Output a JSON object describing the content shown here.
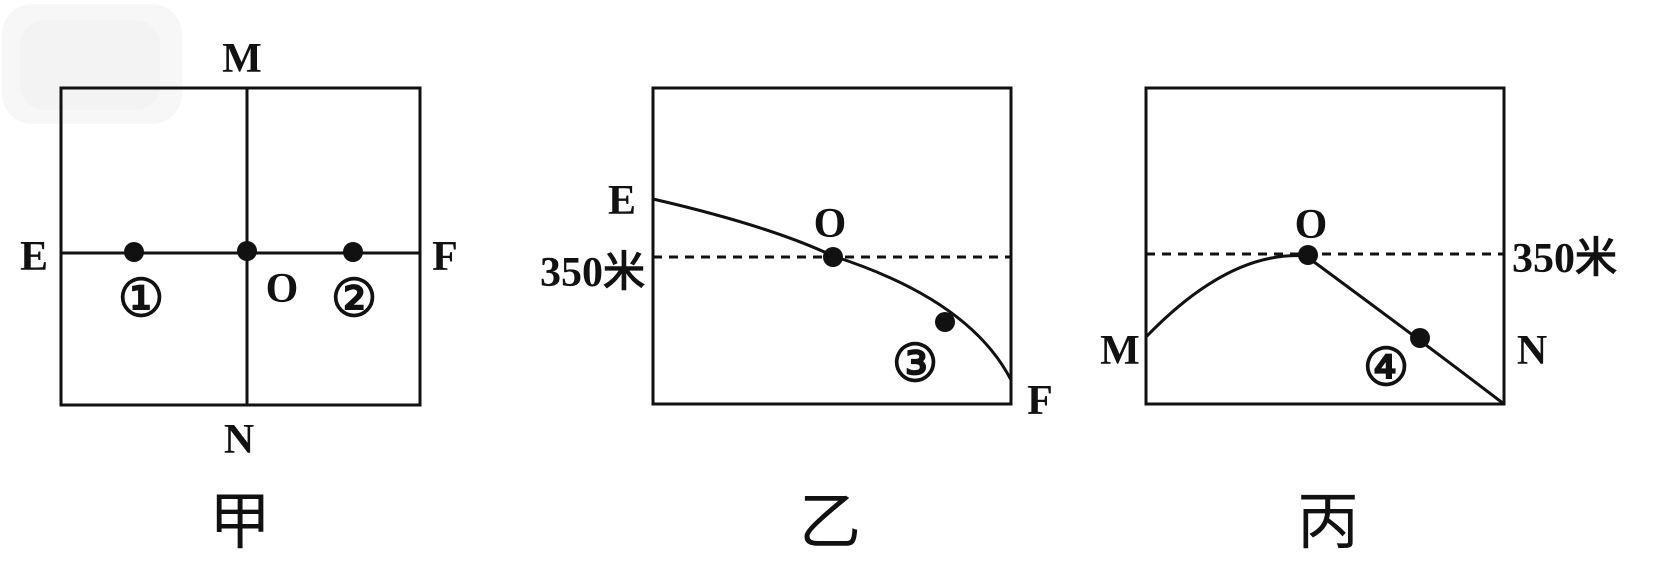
{
  "panel_jia": {
    "caption": "甲",
    "labels": {
      "M": "M",
      "N": "N",
      "E": "E",
      "F": "F",
      "O": "O",
      "p1": "①",
      "p2": "②"
    }
  },
  "panel_yi": {
    "caption": "乙",
    "labels": {
      "E": "E",
      "F": "F",
      "O": "O",
      "p3": "③",
      "elev": "350米"
    }
  },
  "panel_bing": {
    "caption": "丙",
    "labels": {
      "M": "M",
      "N": "N",
      "O": "O",
      "p4": "④",
      "elev": "350米"
    }
  }
}
